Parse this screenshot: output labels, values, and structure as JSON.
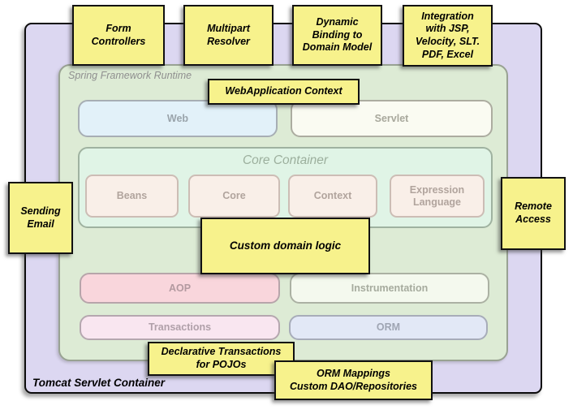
{
  "containers": {
    "tomcat": {
      "label": "Tomcat Servlet Container"
    },
    "runtime": {
      "label": "Spring Framework Runtime"
    },
    "core_container": {
      "label": "Core Container"
    }
  },
  "modules": {
    "web": "Web",
    "servlet": "Servlet",
    "beans": "Beans",
    "core": "Core",
    "context": "Context",
    "expression_language": "Expression\nLanguage",
    "aop": "AOP",
    "instrumentation": "Instrumentation",
    "transactions": "Transactions",
    "orm": "ORM"
  },
  "notes": {
    "form_controllers": "Form\nControllers",
    "multipart_resolver": "Multipart\nResolver",
    "dynamic_binding": "Dynamic\nBinding to\nDomain Model",
    "integration": "Integration\nwith JSP,\nVelocity, SLT.\nPDF, Excel",
    "webapplication_context": "WebApplication Context",
    "sending_email": "Sending\nEmail",
    "remote_access": "Remote\nAccess",
    "custom_domain_logic": "Custom domain logic",
    "declarative_transactions": "Declarative Transactions\nfor POJOs",
    "orm_mappings": "ORM Mappings\nCustom DAO/Repositories"
  },
  "colors": {
    "note_yellow": "#f7f28c",
    "tomcat_lavender": "#dcd7f1",
    "runtime_green": "#ddebd5",
    "core_container_mint": "#e0f4e6",
    "web_blue": "#e2f1f9",
    "servlet_white": "#fafbf2",
    "bean_cream": "#f9efe8",
    "aop_pink": "#f9d6dc",
    "instrumentation_white": "#f4f9ee",
    "transactions_pink": "#f9e6f0",
    "orm_periwinkle": "#e2e8f6"
  }
}
